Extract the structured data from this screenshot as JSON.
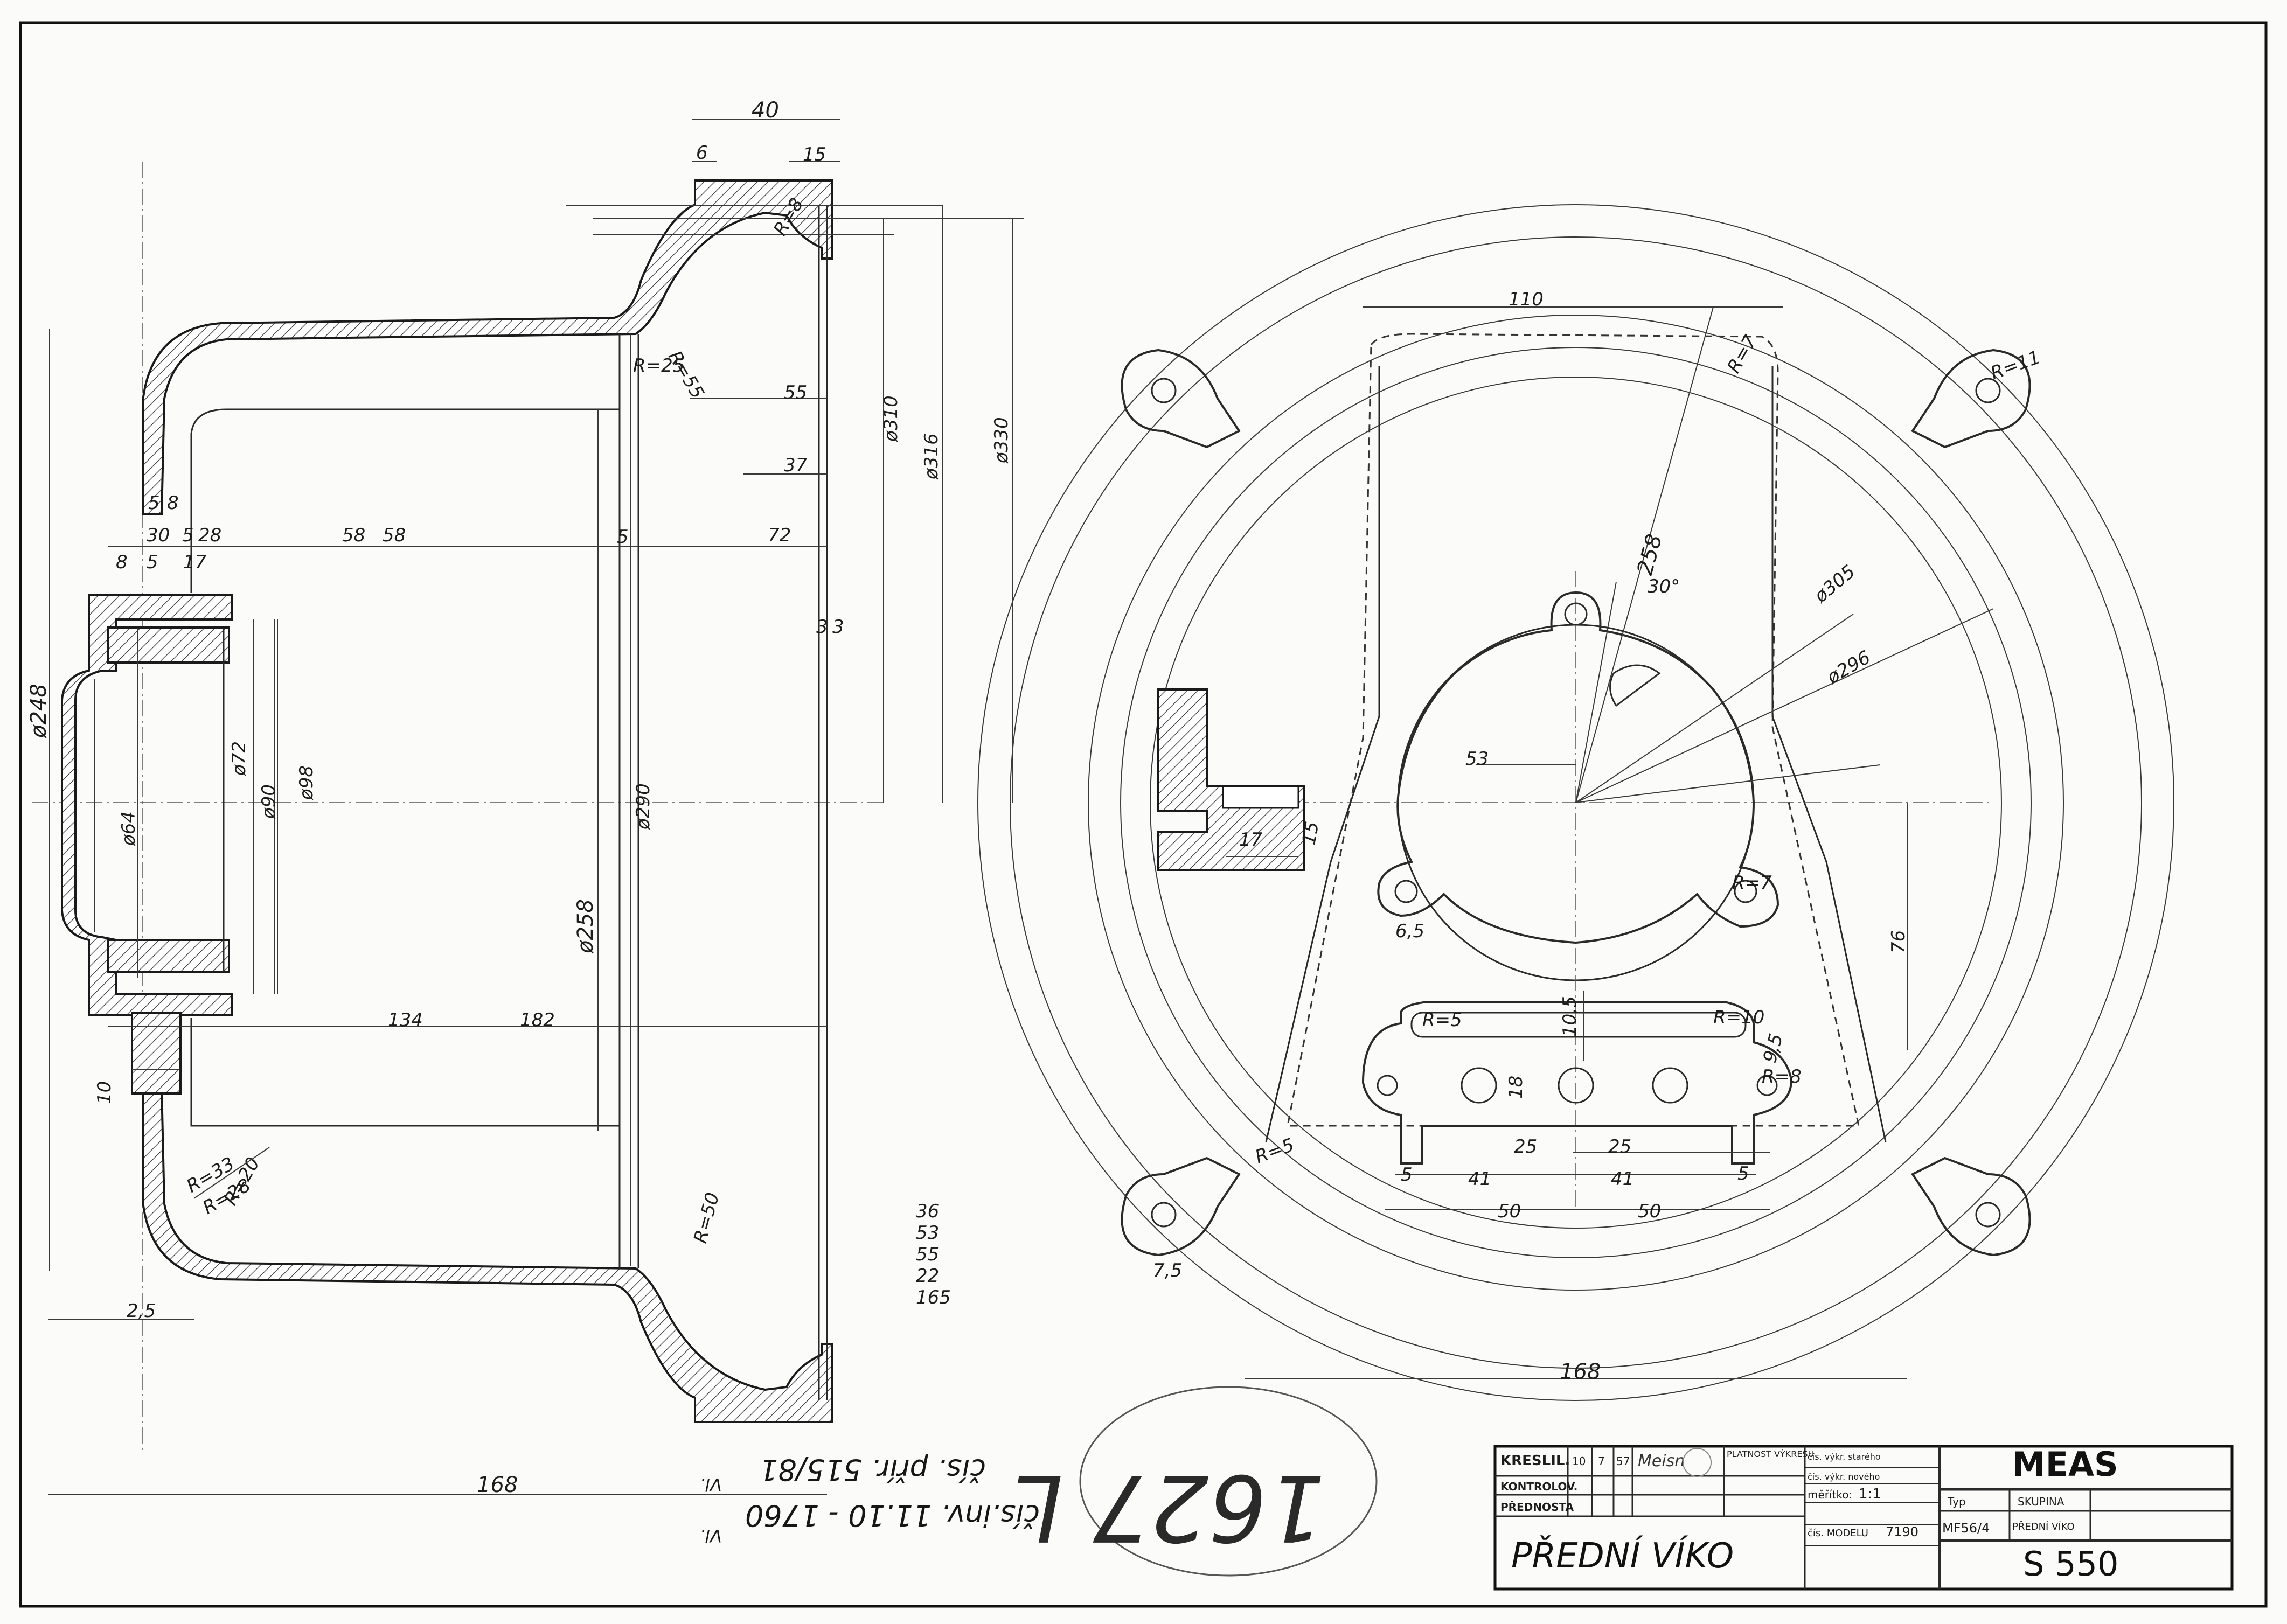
{
  "title_block": {
    "rows": [
      "KRESLIL.",
      "KONTROLOV.",
      "PŘEDNOSTA"
    ],
    "kreslil_date": [
      "10",
      "7",
      "57"
    ],
    "platnost_label": "PLATNOST VÝKRESU",
    "cis_vykr_stareho": "čís. výkr. starého",
    "cis_vykr_noveho": "čís. výkr. nového",
    "meritko_label": "měřítko:",
    "meritko_value": "1:1",
    "cis_modelu_label": "čís. MODELU",
    "cis_modelu_value": "7190",
    "typ_label": "Typ",
    "typ_value": "MF56/4",
    "skupina_label": "SKUPINA",
    "skupina_value": "PŘEDNÍ VÍKO",
    "company": "MEAS",
    "part_name": "PŘEDNÍ VÍKO",
    "drawing_number": "S 550"
  },
  "stamp_text": "1627 L",
  "handwritten": {
    "inv_line": "čís.inv. 11.10 - 1760",
    "vl_prefix": "Vl.",
    "pril_line": "čís. přír. 515/81",
    "margin_numbers": [
      "36",
      "53",
      "55",
      "22",
      "165"
    ]
  },
  "section_view": {
    "dims_top": [
      "40",
      "6",
      "15"
    ],
    "radii": [
      "R=8",
      "R=55",
      "R=25",
      "R=50",
      "R=33",
      "R=28",
      "R=20"
    ],
    "dims_right": [
      "55",
      "37",
      "ø310",
      "ø316",
      "ø330"
    ],
    "dims_left": [
      "5",
      "8",
      "30",
      "5",
      "28",
      "8",
      "5",
      "17"
    ],
    "dims_mid": [
      "58",
      "58",
      "5",
      "72",
      "3",
      "3"
    ],
    "diameters": [
      "ø248",
      "ø72",
      "ø90",
      "ø98",
      "ø64",
      "ø290",
      "ø258"
    ],
    "dims_low": [
      "134",
      "182",
      "10",
      "2,5",
      "168"
    ]
  },
  "front_view": {
    "dims": [
      "110",
      "R=7",
      "R=11",
      "258",
      "30°",
      "ø305",
      "ø296",
      "53",
      "17",
      "15",
      "R=7",
      "6,5",
      "76",
      "R=5",
      "R=10",
      "10,5",
      "9,5",
      "18",
      "R=8",
      "25",
      "25",
      "5",
      "41",
      "41",
      "5",
      "50",
      "50",
      "R=5",
      "7,5",
      "168"
    ]
  }
}
